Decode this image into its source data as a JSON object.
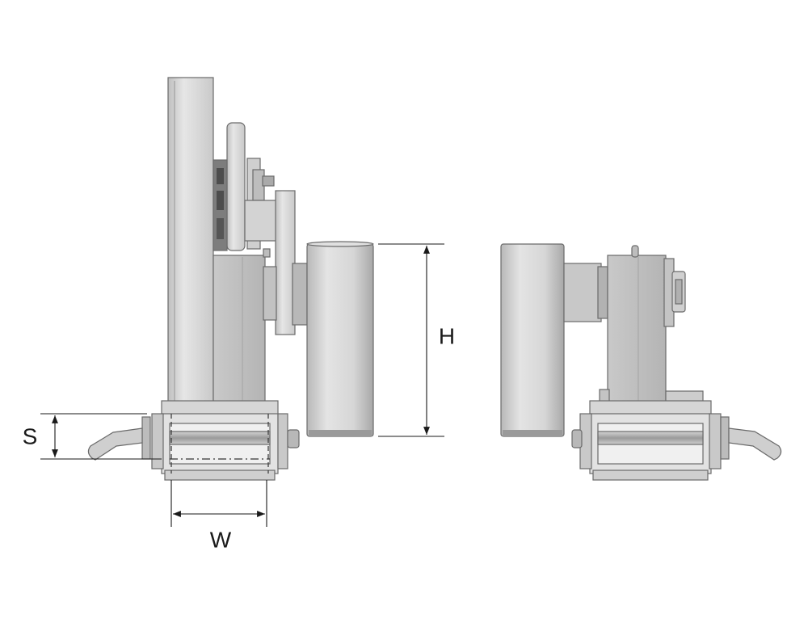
{
  "dimensions": {
    "height_label": "H",
    "slot_label": "S",
    "width_label": "W"
  },
  "colors": {
    "metal_light": "#d9d9d9",
    "metal_mid": "#c4c4c4",
    "metal_dark": "#8e8e8e",
    "outline": "#6a6a6a",
    "dim_line": "#1a1a1a"
  }
}
